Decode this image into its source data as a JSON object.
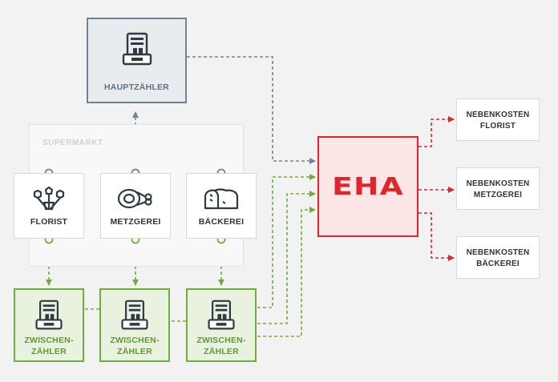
{
  "supermarket": {
    "label": "SUPERMARKT"
  },
  "main_meter": {
    "label": "HAUPTZÄHLER"
  },
  "shops": [
    {
      "label": "FLORIST",
      "icon": "flowers-icon"
    },
    {
      "label": "METZGEREI",
      "icon": "meat-icon"
    },
    {
      "label": "BÄCKEREI",
      "icon": "bread-icon"
    }
  ],
  "sub_meters": [
    {
      "label": "ZWISCHEN-\nZÄHLER"
    },
    {
      "label": "ZWISCHEN-\nZÄHLER"
    },
    {
      "label": "ZWISCHEN-\nZÄHLER"
    }
  ],
  "eha": {
    "label": "EHA"
  },
  "costs": [
    {
      "label": "NEBENKOSTEN\nFLORIST"
    },
    {
      "label": "NEBENKOSTEN\nMETZGEREI"
    },
    {
      "label": "NEBENKOSTEN\nBÄCKEREI"
    }
  ],
  "colors": {
    "main_line": "#6f8393",
    "sub_line": "#6fad3c",
    "cost_line": "#e0262c",
    "eha_border": "#e0262c",
    "eha_fill": "#fde6e6"
  }
}
